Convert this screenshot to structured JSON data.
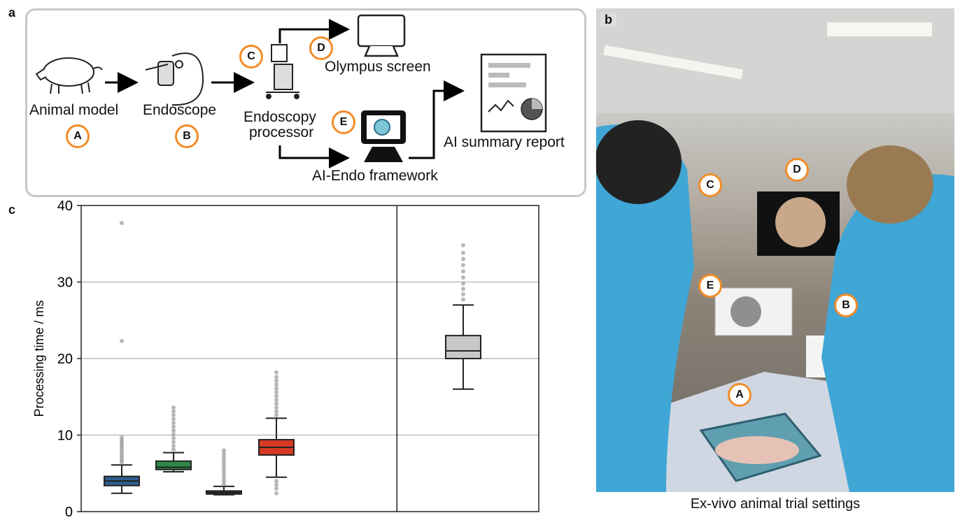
{
  "panels": {
    "a": "a",
    "b": "b",
    "c": "c"
  },
  "flow": {
    "animal_label": "Animal model",
    "endoscope_label": "Endoscope",
    "processor_label_1": "Endoscopy",
    "processor_label_2": "processor",
    "screen_label": "Olympus screen",
    "framework_label": "AI-Endo framework",
    "report_label": "AI summary report",
    "badges": {
      "A": "A",
      "B": "B",
      "C": "C",
      "D": "D",
      "E": "E"
    }
  },
  "photo": {
    "caption": "Ex-vivo animal trial settings",
    "badges": [
      "A",
      "B",
      "C",
      "D",
      "E"
    ]
  },
  "colors": {
    "badge": "#f28c28",
    "blue": "#2e5f8f",
    "green": "#2f8a48",
    "dark": "#3a3a3a",
    "red": "#d63a22",
    "gray": "#c8c8c8"
  },
  "chart_data": {
    "type": "box",
    "ylabel": "Processing time / ms",
    "ylim": [
      0,
      40
    ],
    "yticks": [
      0,
      10,
      20,
      30,
      40
    ],
    "grid": true,
    "boxes": [
      {
        "color": "#2e5f8f",
        "whisker_low": 2.4,
        "q1": 3.4,
        "median": 4.0,
        "q3": 4.6,
        "whisker_high": 6.1,
        "outliers": [
          6.4,
          6.7,
          7.0,
          7.3,
          7.6,
          7.9,
          8.2,
          8.5,
          8.8,
          9.1,
          9.4,
          9.7,
          22.3,
          37.7
        ]
      },
      {
        "color": "#2f8a48",
        "whisker_low": 5.2,
        "q1": 5.5,
        "median": 5.8,
        "q3": 6.6,
        "whisker_high": 7.7,
        "outliers": [
          8.1,
          8.6,
          9.1,
          9.6,
          10.1,
          10.6,
          11.1,
          11.6,
          12.1,
          12.6,
          13.1,
          13.6
        ]
      },
      {
        "color": "#3a3a3a",
        "whisker_low": 2.2,
        "q1": 2.3,
        "median": 2.5,
        "q3": 2.7,
        "whisker_high": 3.3,
        "outliers": [
          3.6,
          4.0,
          4.4,
          4.8,
          5.2,
          5.6,
          6.0,
          6.4,
          6.8,
          7.2,
          7.6,
          8.0
        ]
      },
      {
        "color": "#d63a22",
        "whisker_low": 4.5,
        "q1": 7.4,
        "median": 8.4,
        "q3": 9.4,
        "whisker_high": 12.2,
        "outliers": [
          2.4,
          3.0,
          3.5,
          4.0,
          12.6,
          13.1,
          13.6,
          14.1,
          14.6,
          15.1,
          15.6,
          16.1,
          16.6,
          17.1,
          17.6,
          18.2
        ]
      },
      {
        "color": "#c8c8c8",
        "whisker_low": 16.0,
        "q1": 20.0,
        "median": 21.0,
        "q3": 23.0,
        "whisker_high": 27.0,
        "outliers": [
          27.7,
          28.4,
          29.1,
          29.8,
          30.6,
          31.4,
          32.2,
          33.0,
          33.8,
          34.8
        ]
      }
    ]
  }
}
